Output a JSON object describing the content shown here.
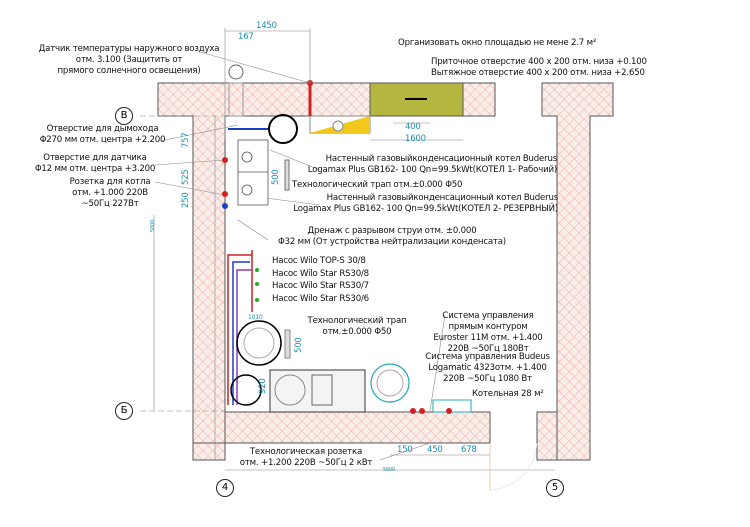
{
  "axes": {
    "v": "В",
    "b": "Б",
    "n4": "4",
    "n5": "5"
  },
  "dims": {
    "d1450": "1450",
    "d167": "167",
    "d757": "757",
    "d525": "525",
    "d250": "250",
    "d500a": "500",
    "d400": "400",
    "d1600": "1600",
    "d500b": "500",
    "d150": "150",
    "d450": "450",
    "d678": "678",
    "d5000": "5000",
    "d5600": "5600",
    "d920": "920",
    "d1010": "1010"
  },
  "notes": {
    "sensor": [
      "Датчик температуры наружного воздуха",
      "отм. 3.100 (Защитить от",
      "прямого солнечного освещения)"
    ],
    "flue": [
      "Отверстие для дымохода",
      "Φ270 мм отм. центра +2.200"
    ],
    "sensor_hole": [
      "Отверстие для датчика",
      "Φ12 мм отм. центра +3.200"
    ],
    "socket": [
      "Розетка для котла",
      "отм. +1.000 220В",
      "~50Гц 227Вт"
    ],
    "window": "Организовать окно площадью не мене 2.7 м²",
    "vent": [
      "Приточное отверстие 400 x 200 отм. низа +0.100",
      "Вытяжное отверстие 400 x 200 отм. низа +2.650"
    ],
    "boiler1": [
      "Настенный газовыйконденсационный котел Buderus",
      "Logamax Plus GB162- 100 Qn=99.5kWt(КОТЕЛ 1- Рабочий)"
    ],
    "drain1": "Технологический трап отм.±0.000 Φ50",
    "boiler2": [
      "Настенный газовыйконденсационный котел Buderus",
      "Logamax Plus GB162- 100 Qn=99.5kWt(КОТЕЛ 2- РЕЗЕРВНЫЙ)"
    ],
    "drainage": [
      "Дренаж с разрывом струи отм. ±0.000",
      "Φ32 мм (От устройства нейтрализации конденсата)"
    ],
    "pumps": [
      "Насос Wilo TOP-S 30/8",
      "Насос Wilo Star RS30/8",
      "Насос Wilo Star RS30/7",
      "Насос Wilo Star RS30/6"
    ],
    "drain2": [
      "Технологический трап",
      "отм.±0.000 Φ50"
    ],
    "control1": [
      "Система управления",
      "прямым контуром",
      "Euroster 11M отм. +1.400",
      "220В ~50Гц 180Вт"
    ],
    "control2": [
      "Система управления Budeus",
      "Logamatic 4323отм. +1.400",
      "220В ~50Гц 1080 Вт"
    ],
    "room": "Котельная 28 м²",
    "tech_socket": [
      "Технологическая розетка",
      "отм. +1.200 220В ~50Гц 2 кВт"
    ]
  },
  "colors": {
    "wall": "#e8a89a",
    "window": "#b5b640",
    "dim": "#1a8fb0",
    "hot": "#d42020",
    "cold": "#1a3fc0"
  }
}
